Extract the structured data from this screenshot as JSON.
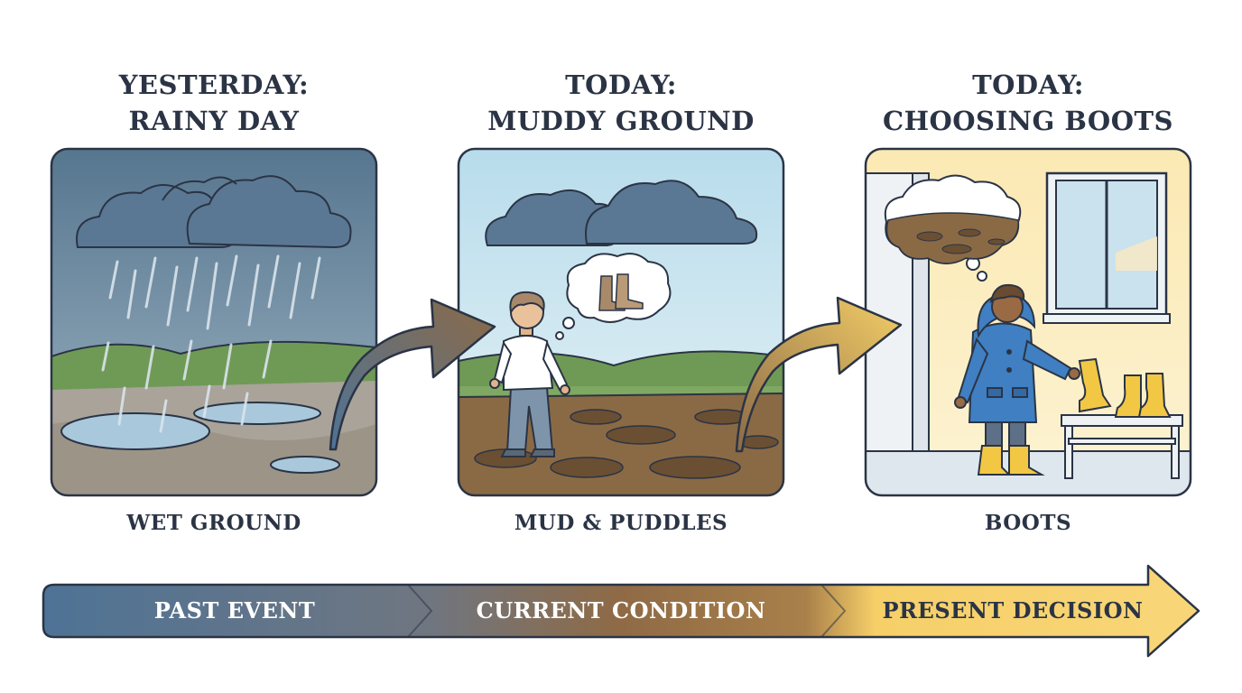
{
  "stages": [
    {
      "title_line1": "YESTERDAY:",
      "title_line2": "RAINY DAY",
      "caption": "WET GROUND"
    },
    {
      "title_line1": "TODAY:",
      "title_line2": "MUDDY GROUND",
      "caption": "MUD & PUDDLES"
    },
    {
      "title_line1": "TODAY:",
      "title_line2": "CHOOSING BOOTS",
      "caption": "BOOTS"
    }
  ],
  "timeline": {
    "segments": [
      {
        "label": "PAST EVENT",
        "color": "#4e7396"
      },
      {
        "label": "CURRENT CONDITION",
        "color": "#8f6a45"
      },
      {
        "label": "PRESENT DECISION",
        "color": "#f6cf68"
      }
    ]
  },
  "colors": {
    "outline": "#2b3445",
    "rain_sky": "#5b7c98",
    "clear_sky": "#cfe5ef",
    "interior_wall": "#fbeec0",
    "grass": "#6f9a56",
    "mud": "#8a6a45",
    "puddle": "#a9c8dc",
    "boot": "#f2c744",
    "coat": "#3f7fc2",
    "arrow_blue_brown": "#6e7a86",
    "arrow_gold": "#e0b255"
  },
  "icons": [
    "rain-cloud-icon",
    "boots-thought-icon",
    "mud-thought-icon",
    "boots-icon",
    "window-icon",
    "bench-icon"
  ]
}
